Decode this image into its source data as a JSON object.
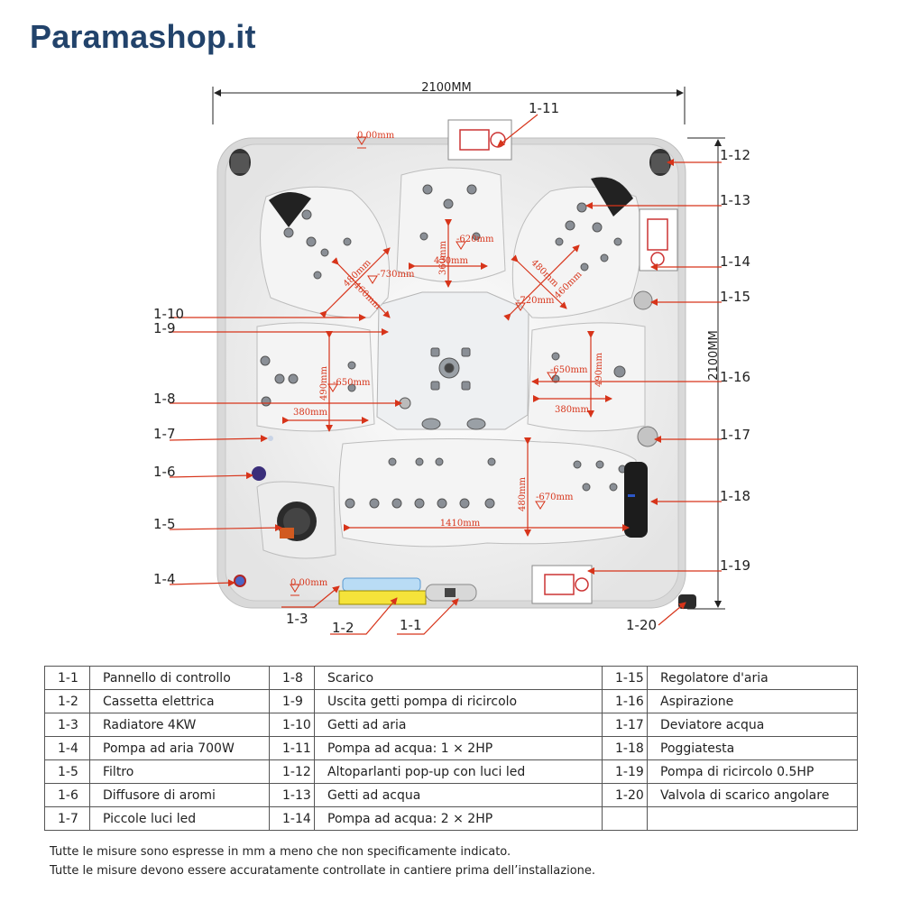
{
  "brand": "Paramashop.it",
  "dimensions": {
    "width": "2100MM",
    "height": "2100MM"
  },
  "inner_measures": {
    "level_top": "0.00mm",
    "level_bottom": "0.00mm",
    "top_seat_depth": "360mm",
    "top_seat_drop": "-620mm",
    "top_seat_width": "430mm",
    "left_corner_a": "480mm",
    "left_corner_b": "460mm",
    "left_corner_drop": "-730mm",
    "right_corner_a": "480mm",
    "right_corner_b": "460mm",
    "right_corner_drop": "-720mm",
    "left_seat_depth": "490mm",
    "left_seat_drop": "-650mm",
    "left_seat_width": "380mm",
    "right_seat_depth": "490mm",
    "right_seat_drop": "-650mm",
    "right_seat_width": "380mm",
    "lounger_depth": "480mm",
    "lounger_drop": "-670mm",
    "lounger_length": "1410mm"
  },
  "callouts": [
    "1-1",
    "1-2",
    "1-3",
    "1-4",
    "1-5",
    "1-6",
    "1-7",
    "1-8",
    "1-9",
    "1-10",
    "1-11",
    "1-12",
    "1-13",
    "1-14",
    "1-15",
    "1-16",
    "1-17",
    "1-18",
    "1-19",
    "1-20"
  ],
  "legend": [
    [
      {
        "code": "1-1",
        "desc": "Pannello di controllo"
      },
      {
        "code": "1-8",
        "desc": "Scarico"
      },
      {
        "code": "1-15",
        "desc": "Regolatore d'aria"
      }
    ],
    [
      {
        "code": "1-2",
        "desc": "Cassetta elettrica"
      },
      {
        "code": "1-9",
        "desc": "Uscita getti pompa di ricircolo"
      },
      {
        "code": "1-16",
        "desc": "Aspirazione"
      }
    ],
    [
      {
        "code": "1-3",
        "desc": "Radiatore 4KW"
      },
      {
        "code": "1-10",
        "desc": "Getti ad aria"
      },
      {
        "code": "1-17",
        "desc": "Deviatore acqua"
      }
    ],
    [
      {
        "code": "1-4",
        "desc": "Pompa ad aria 700W"
      },
      {
        "code": "1-11",
        "desc": "Pompa ad acqua: 1 × 2HP"
      },
      {
        "code": "1-18",
        "desc": "Poggiatesta"
      }
    ],
    [
      {
        "code": "1-5",
        "desc": "Filtro"
      },
      {
        "code": "1-12",
        "desc": "Altoparlanti pop-up con luci led"
      },
      {
        "code": "1-19",
        "desc": "Pompa di ricircolo 0.5HP"
      }
    ],
    [
      {
        "code": "1-6",
        "desc": "Diffusore di aromi"
      },
      {
        "code": "1-13",
        "desc": "Getti ad acqua"
      },
      {
        "code": "1-20",
        "desc": "Valvola di scarico angolare"
      }
    ],
    [
      {
        "code": "1-7",
        "desc": "Piccole luci led"
      },
      {
        "code": "1-14",
        "desc": "Pompa ad acqua: 2 × 2HP"
      },
      {
        "code": "",
        "desc": ""
      }
    ]
  ],
  "notes": [
    "Tutte le misure sono espresse in mm a meno che non specificamente indicato.",
    "Tutte le misure devono essere accuratamente controllate in cantiere prima dell’installazione."
  ],
  "colors": {
    "brand": "#22436b",
    "arrow": "#d7341a",
    "shell": "#f0f0f0",
    "cabinet": "#dcdcdc"
  }
}
